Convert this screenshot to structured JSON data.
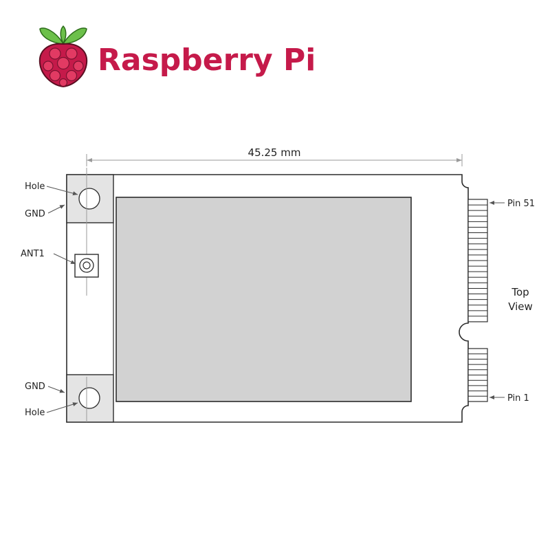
{
  "brand": {
    "name": "Raspberry Pi",
    "color": "#c51a4a",
    "leaf_color": "#6cc04a",
    "logo_icon": "raspberry-logo-icon"
  },
  "diagram": {
    "dimension_label": "45.25 mm",
    "labels": {
      "hole_top": "Hole",
      "gnd_top": "GND",
      "ant1": "ANT1",
      "gnd_bottom": "GND",
      "hole_bottom": "Hole",
      "pin_51": "Pin 51",
      "pin_1": "Pin 1",
      "view_line1": "Top",
      "view_line2": "View"
    },
    "colors": {
      "outline": "#2b2b2b",
      "shield": "#d2d2d2",
      "ground_pad": "#e4e4e4",
      "dimension_line": "#9a9a9a"
    }
  }
}
